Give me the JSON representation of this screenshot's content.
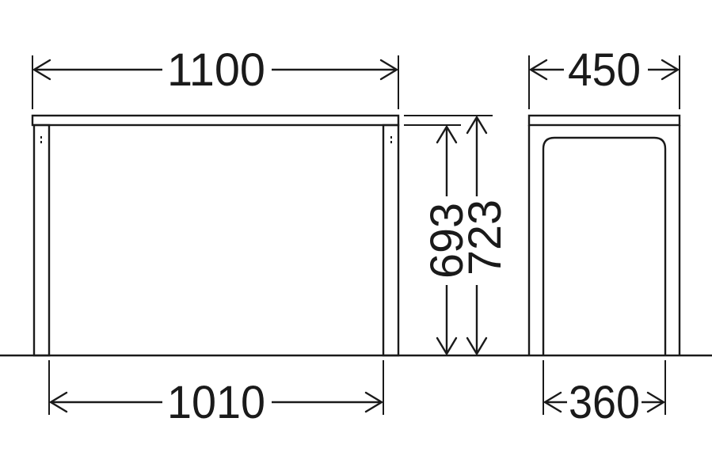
{
  "dimensions": {
    "width_top": "1100",
    "depth_top": "450",
    "width_inner": "1010",
    "depth_inner": "360",
    "height_inner": "693",
    "height_total": "723"
  }
}
